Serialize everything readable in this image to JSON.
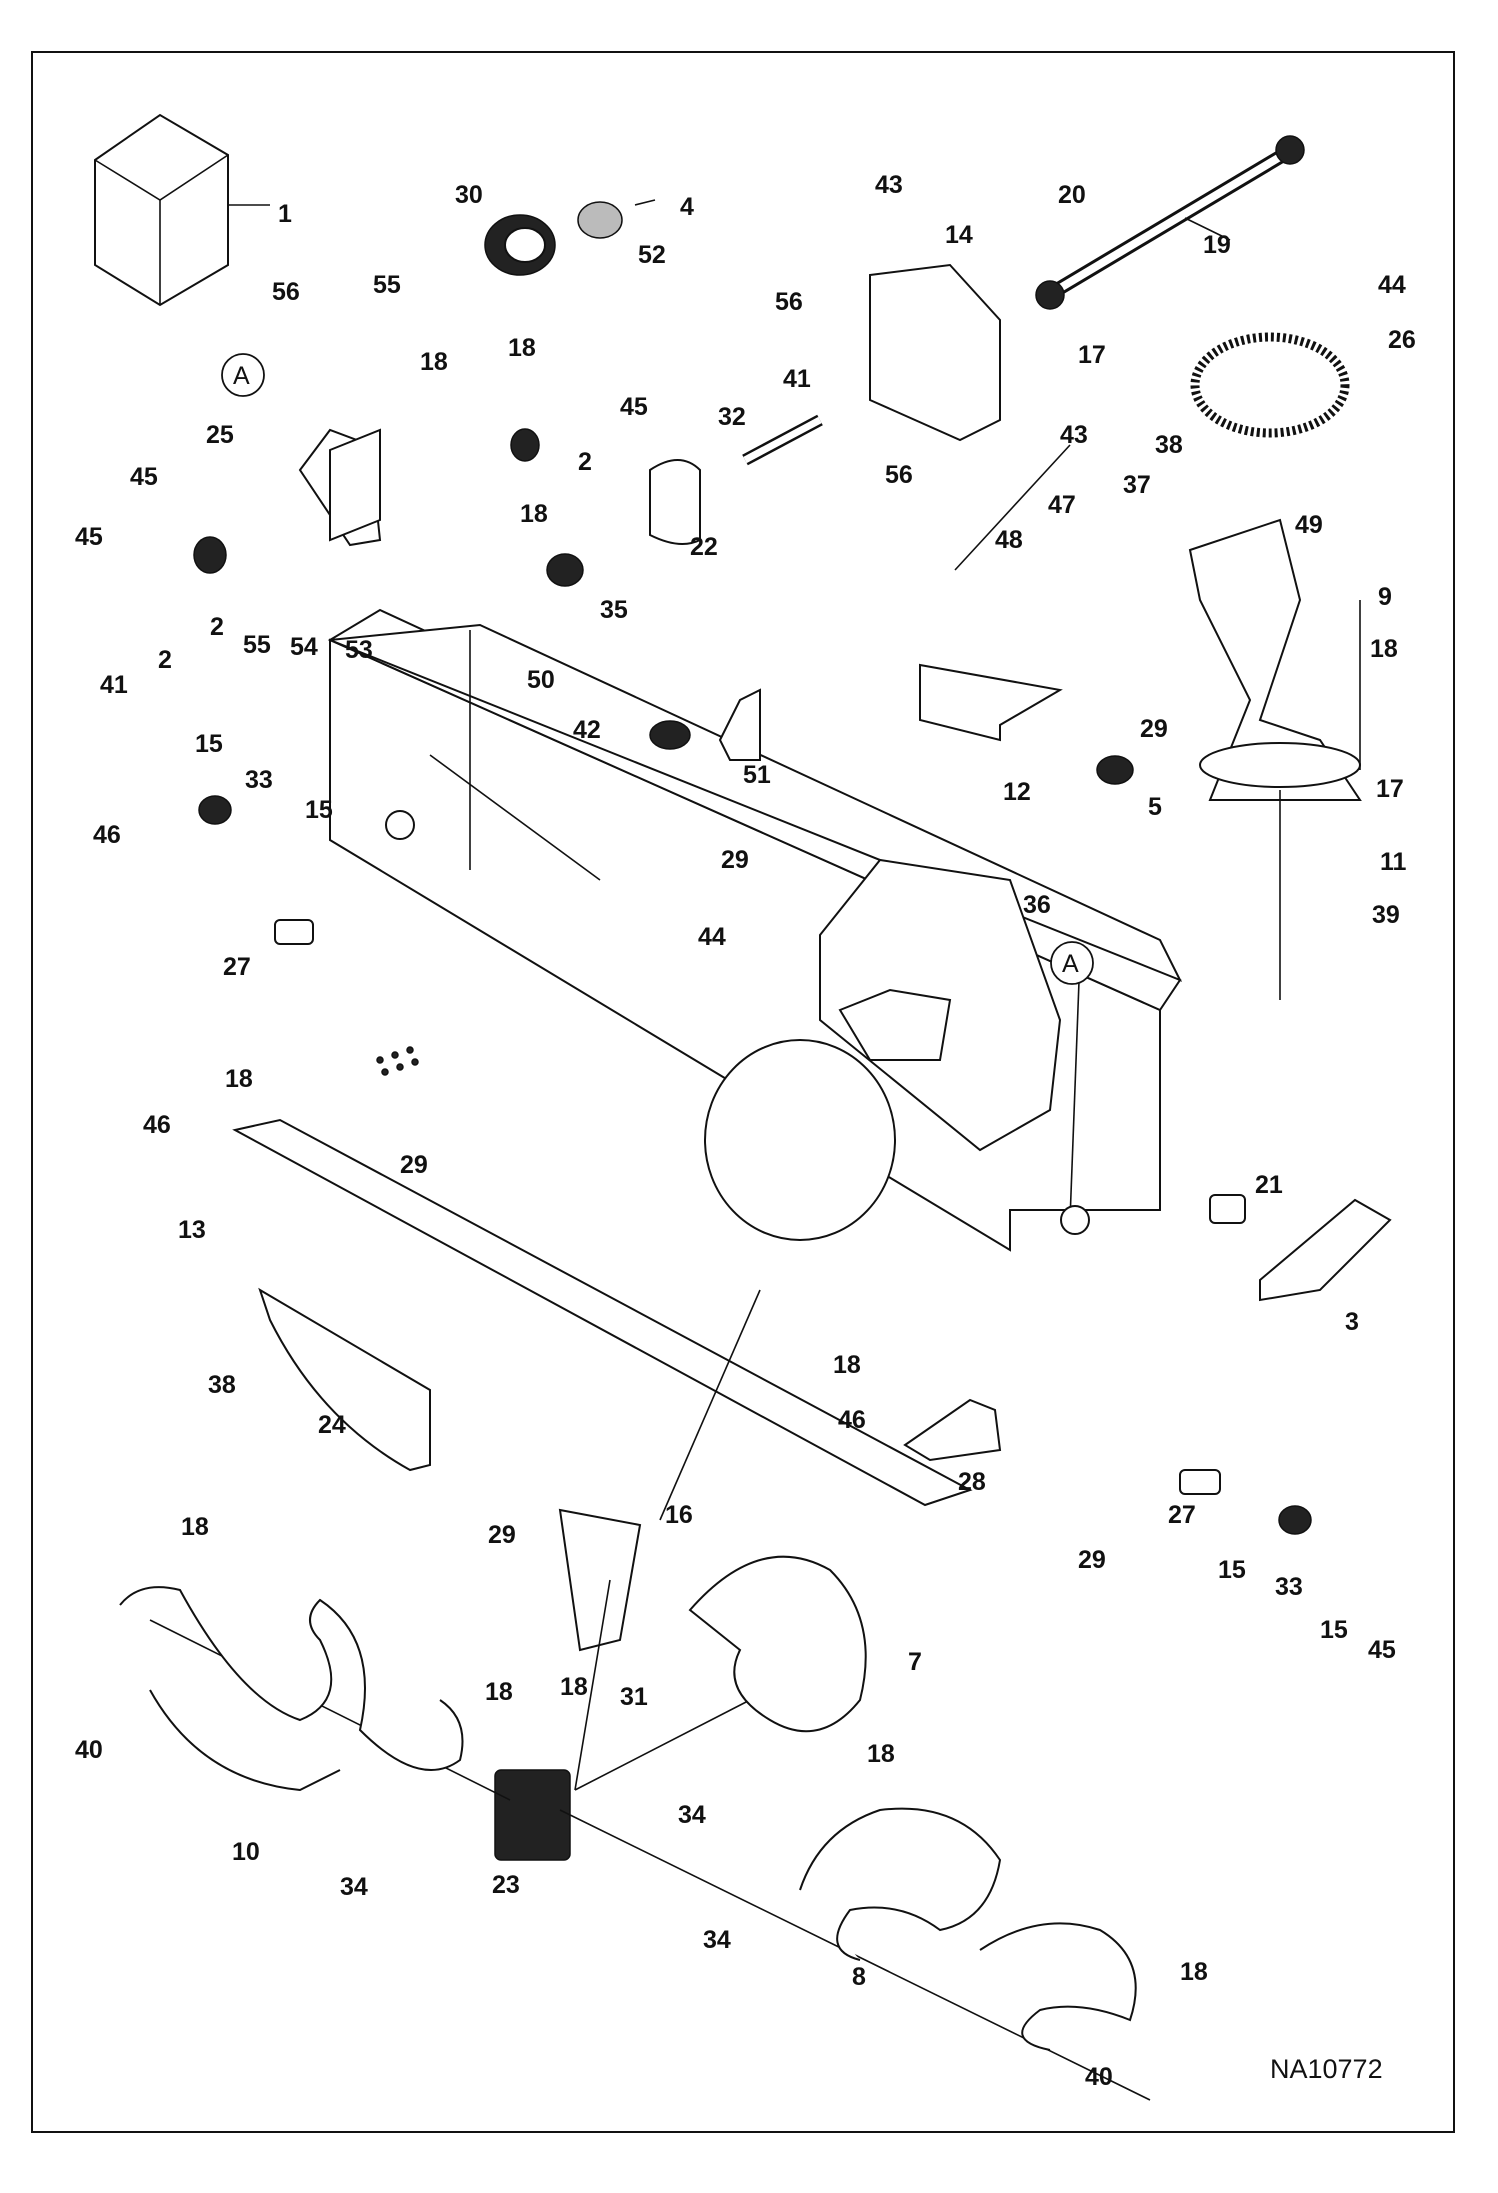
{
  "diagram": {
    "drawing_code": "NA10772",
    "view_reference": "A",
    "callouts": [
      "1",
      "2",
      "2",
      "2",
      "2",
      "3",
      "4",
      "5",
      "7",
      "8",
      "9",
      "10",
      "11",
      "12",
      "13",
      "14",
      "15",
      "15",
      "15",
      "15",
      "16",
      "17",
      "17",
      "18",
      "18",
      "18",
      "18",
      "18",
      "18",
      "18",
      "18",
      "18",
      "18",
      "18",
      "19",
      "20",
      "21",
      "22",
      "23",
      "24",
      "25",
      "26",
      "27",
      "27",
      "28",
      "29",
      "29",
      "29",
      "29",
      "29",
      "30",
      "31",
      "32",
      "33",
      "33",
      "34",
      "34",
      "34",
      "35",
      "36",
      "37",
      "38",
      "38",
      "39",
      "40",
      "40",
      "41",
      "41",
      "42",
      "43",
      "43",
      "44",
      "44",
      "45",
      "45",
      "45",
      "45",
      "46",
      "46",
      "46",
      "47",
      "48",
      "49",
      "50",
      "51",
      "52",
      "53",
      "54",
      "55",
      "55",
      "56",
      "56",
      "56"
    ]
  }
}
